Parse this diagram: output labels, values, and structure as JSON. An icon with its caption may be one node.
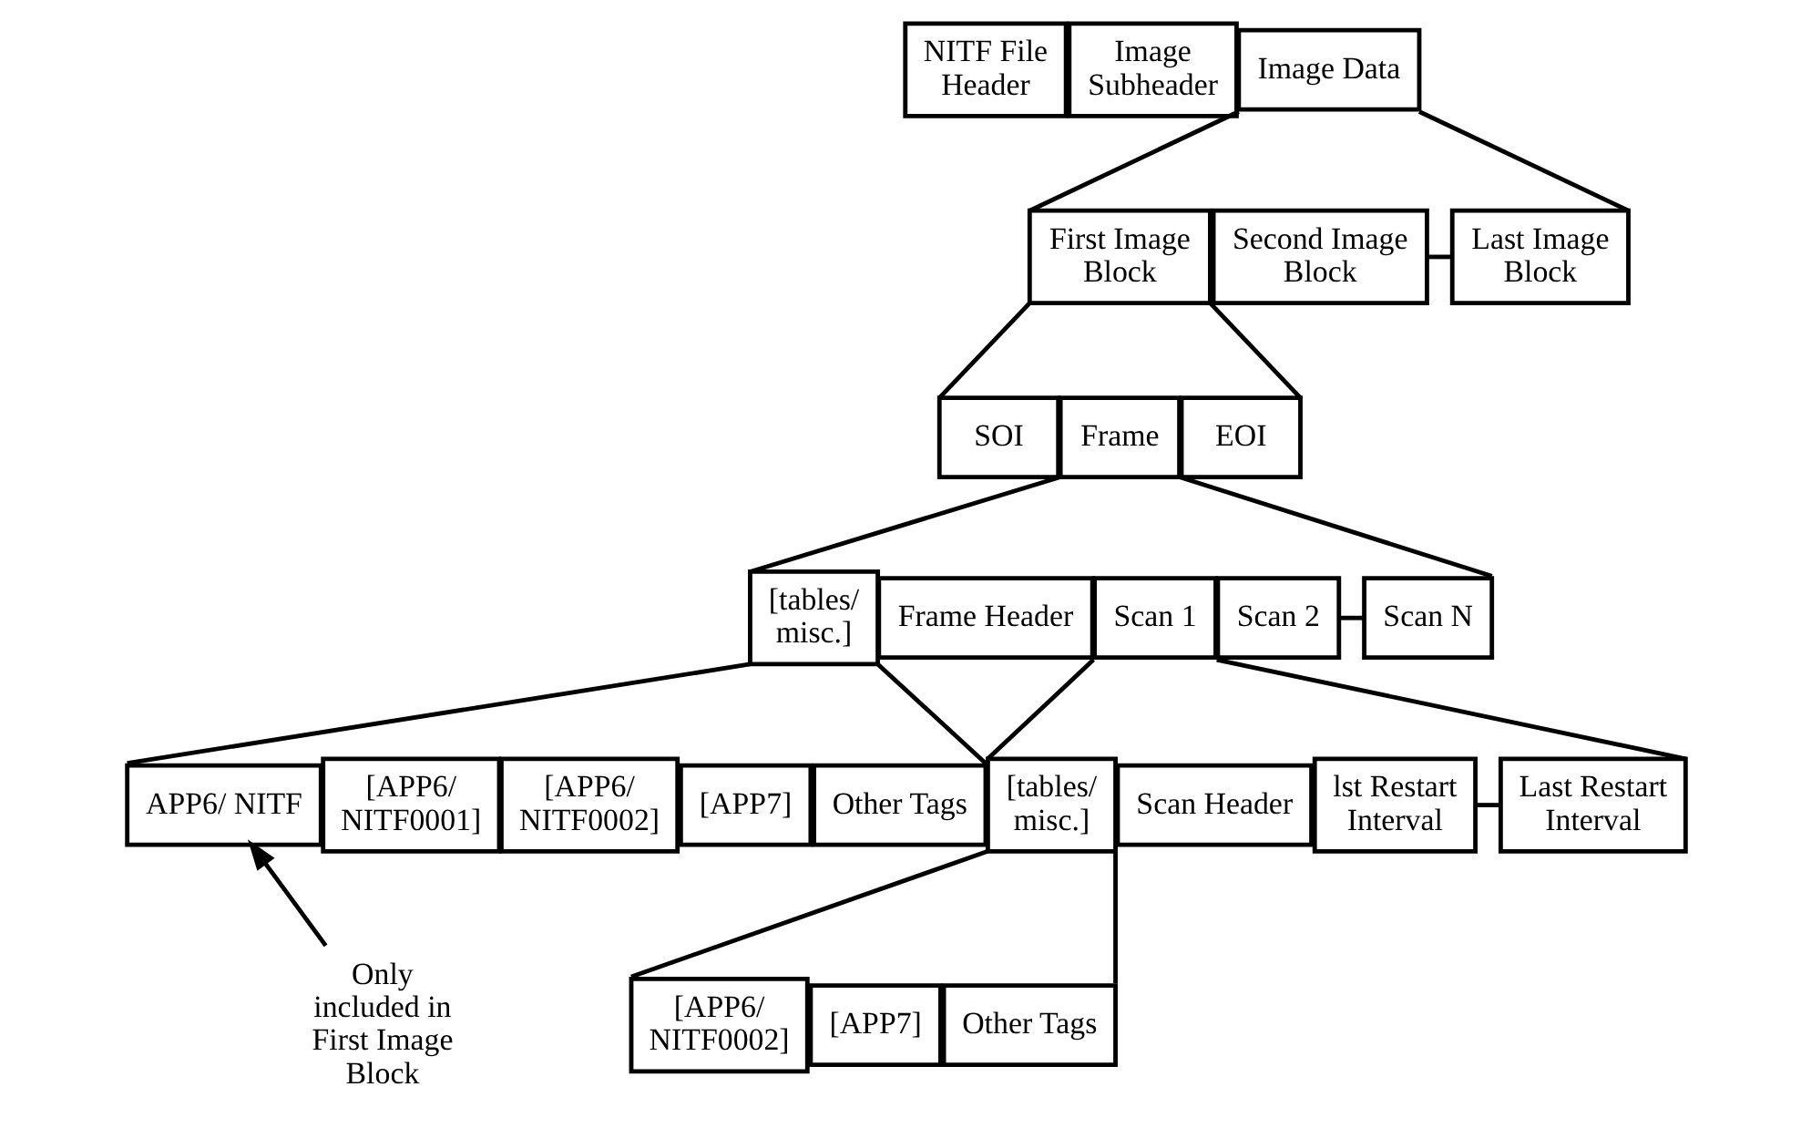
{
  "diagram": {
    "nodes": [
      {
        "text": [
          "NITF File Header"
        ]
      },
      {
        "text": [
          "Image Subheader"
        ]
      },
      {
        "text": [
          "Image Data"
        ]
      },
      {
        "text": [
          "First Image Block"
        ]
      },
      {
        "text": [
          "Second Image Block"
        ]
      },
      {
        "text": [
          "Last Image Block"
        ]
      },
      {
        "text": [
          "SOI"
        ]
      },
      {
        "text": [
          "Frame"
        ]
      },
      {
        "text": [
          "EOI"
        ]
      },
      {
        "text": [
          "[tables/ misc.]"
        ]
      },
      {
        "text": [
          "Frame Header"
        ]
      },
      {
        "text": [
          "Scan 1"
        ]
      },
      {
        "text": [
          "Scan 2"
        ]
      },
      {
        "text": [
          "Scan N"
        ]
      },
      {
        "text": [
          "APP6/ NITF"
        ]
      },
      {
        "text": [
          "[APP6/ NITF0001]"
        ]
      },
      {
        "text": [
          "[APP6/ NITF0002]"
        ]
      },
      {
        "text": [
          "[APP7]"
        ]
      },
      {
        "text": [
          "Other Tags"
        ]
      },
      {
        "text": [
          "[tables/ misc.]"
        ]
      },
      {
        "text": [
          "Scan Header"
        ]
      },
      {
        "text": [
          "lst Restart Interval"
        ]
      },
      {
        "text": [
          "Last Restart Interval"
        ]
      },
      {
        "text": [
          "[APP6/ NITF0002]"
        ]
      },
      {
        "text": [
          "[APP7]"
        ]
      },
      {
        "text": [
          "Other Tags"
        ]
      },
      {
        "text": [
          "Only included in First Image Block"
        ]
      }
    ],
    "edges": [
      {
        "from": 2,
        "to": 3,
        "arrow": "none"
      },
      {
        "from": 2,
        "to": 5,
        "arrow": "none"
      },
      {
        "from": 4,
        "to": 5,
        "arrow": "none"
      },
      {
        "from": 3,
        "to": 6,
        "arrow": "none"
      },
      {
        "from": 3,
        "to": 8,
        "arrow": "none"
      },
      {
        "from": 7,
        "to": 9,
        "arrow": "none"
      },
      {
        "from": 7,
        "to": 13,
        "arrow": "none"
      },
      {
        "from": 12,
        "to": 13,
        "arrow": "none"
      },
      {
        "from": 9,
        "to": 14,
        "arrow": "none"
      },
      {
        "from": 9,
        "to": 18,
        "arrow": "none"
      },
      {
        "from": 11,
        "to": 19,
        "arrow": "none"
      },
      {
        "from": 11,
        "to": 22,
        "arrow": "none"
      },
      {
        "from": 21,
        "to": 22,
        "arrow": "none"
      },
      {
        "from": 19,
        "to": 23,
        "arrow": "none"
      },
      {
        "from": 19,
        "to": 25,
        "arrow": "none"
      },
      {
        "from": 26,
        "to": 14,
        "arrow": "to"
      }
    ]
  }
}
